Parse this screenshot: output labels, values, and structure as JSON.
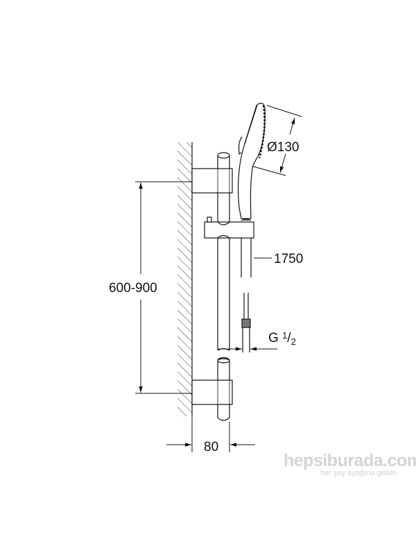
{
  "dimensions": {
    "height_range": "600-900",
    "wall_distance": "80",
    "head_diameter": "Ø130",
    "hose_length": "1750",
    "thread": {
      "prefix": "G ",
      "num": "1",
      "den": "2"
    }
  },
  "watermark": {
    "brand": "hepsiburada.com",
    "slogan": "her şey ayağına gelsin"
  },
  "colors": {
    "line": "#111111",
    "watermark": "#d4d4d4"
  }
}
